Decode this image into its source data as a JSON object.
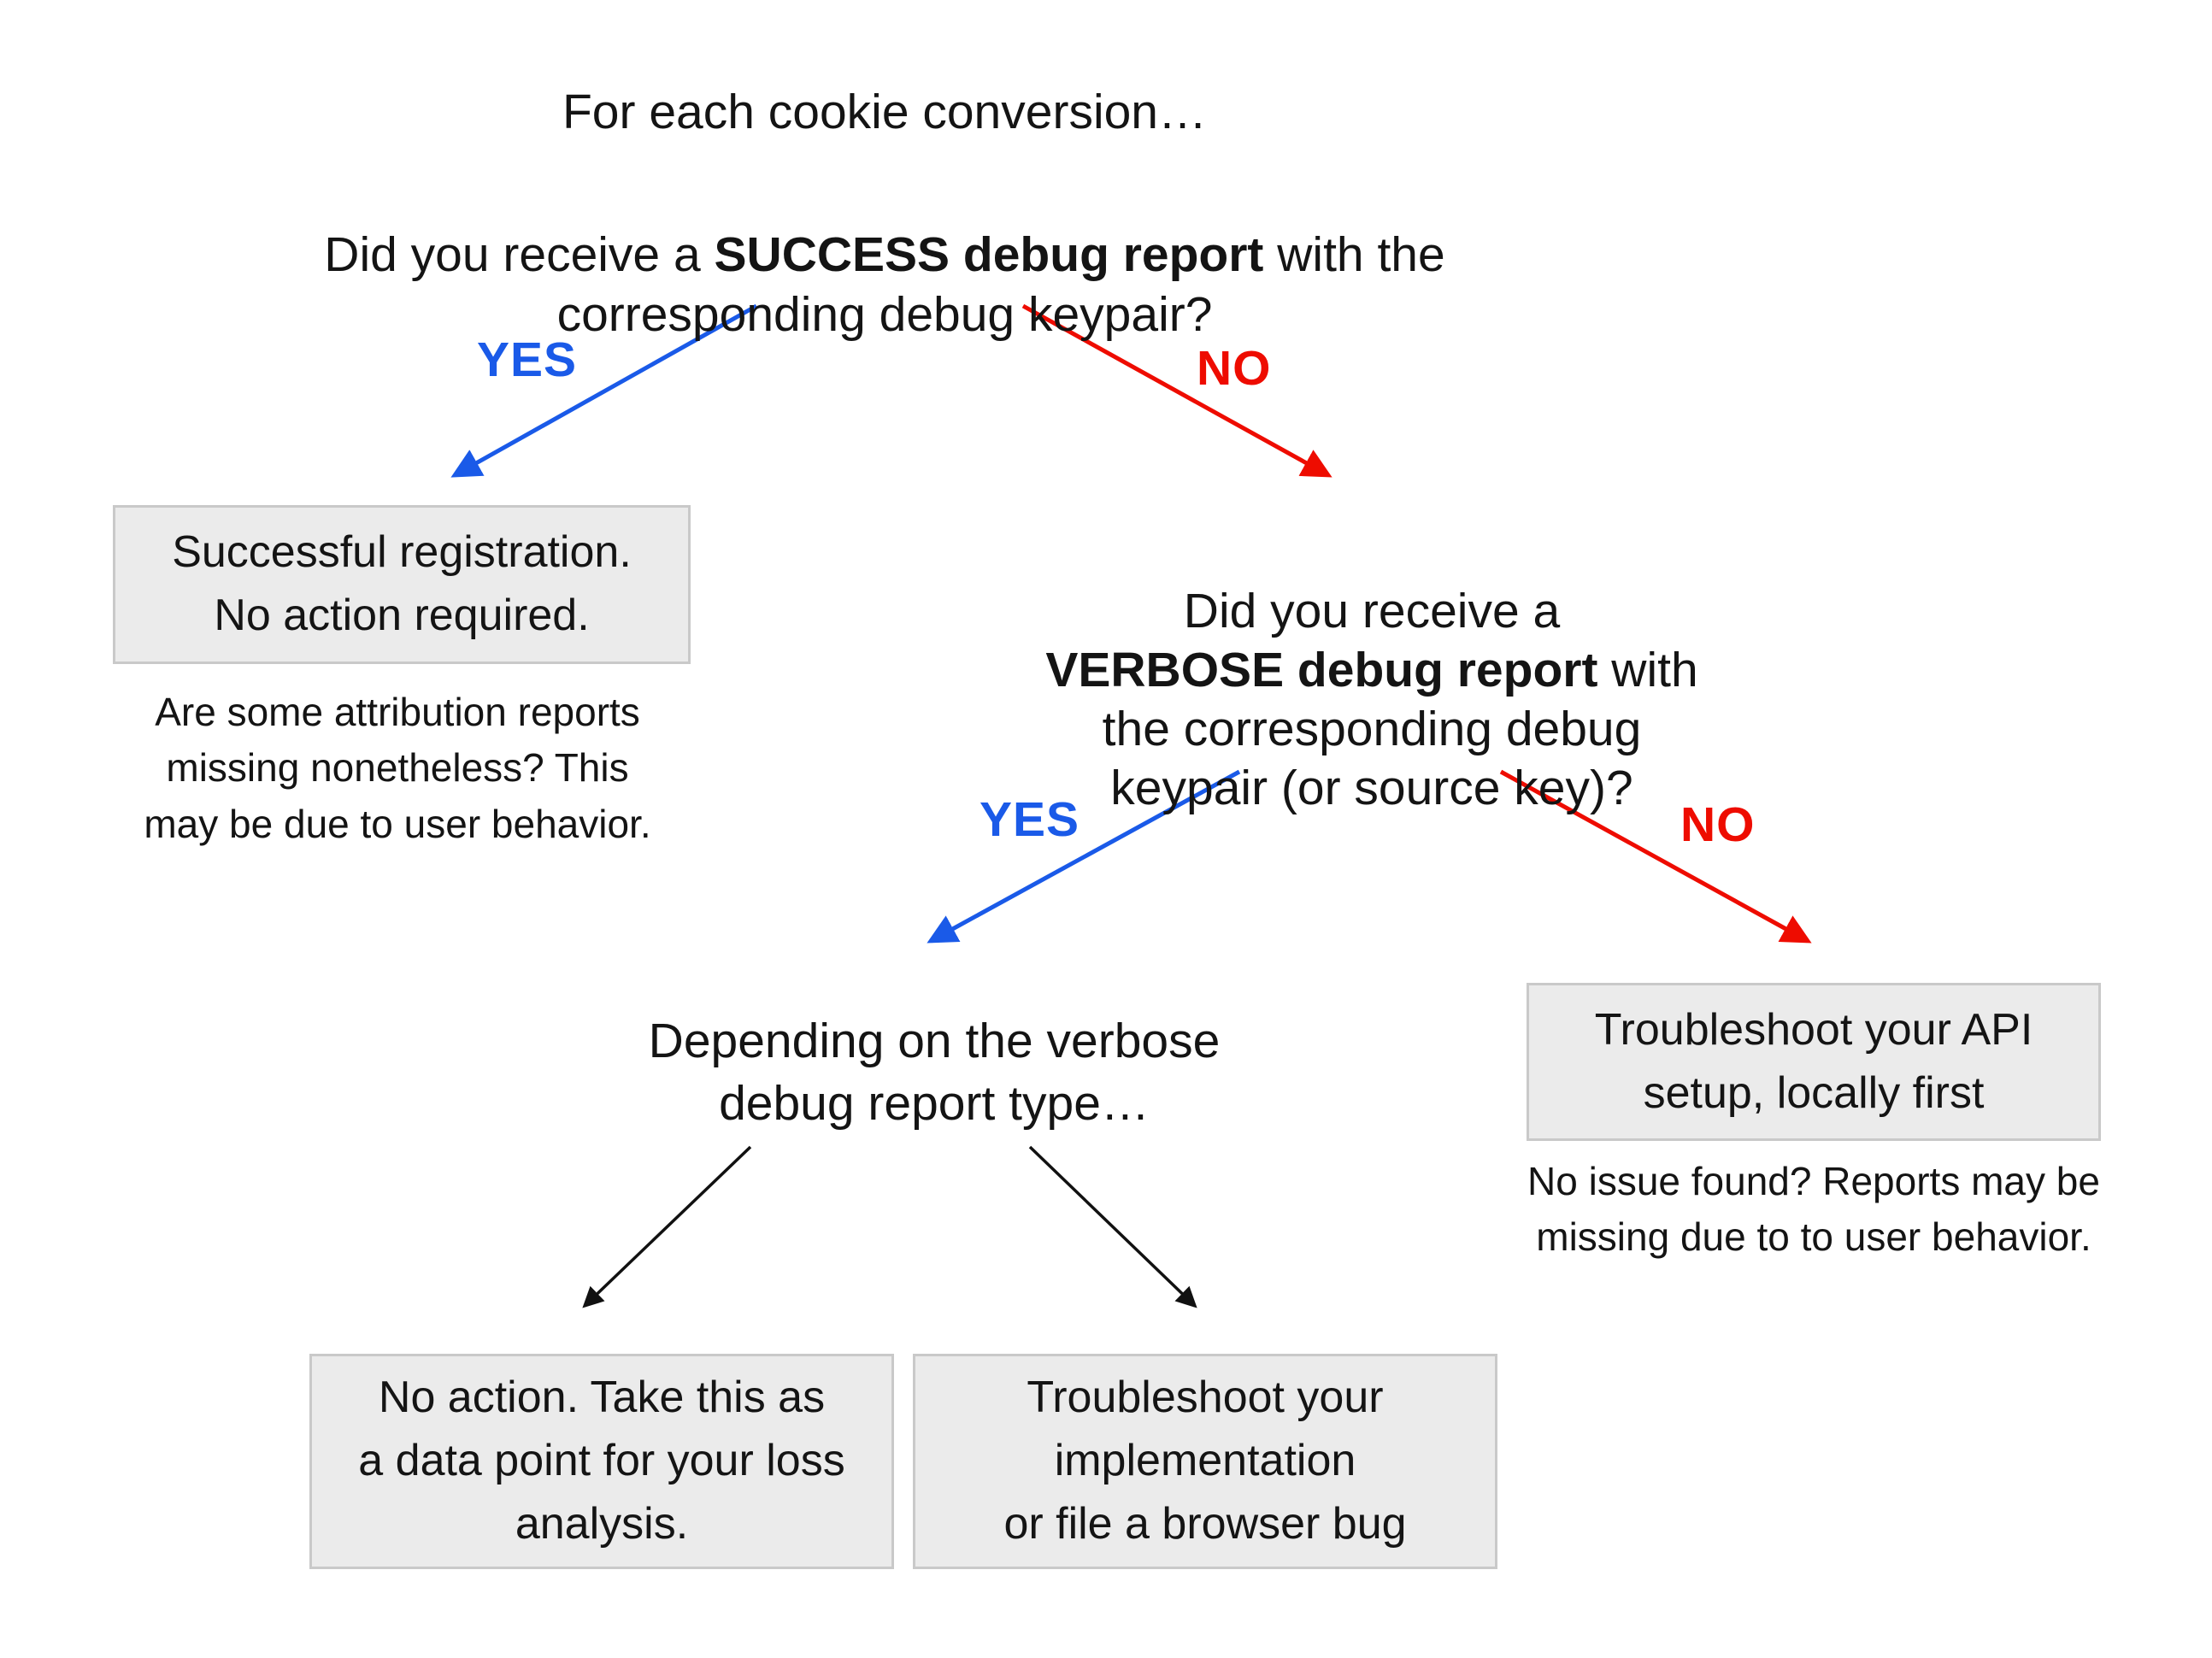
{
  "colors": {
    "yes_blue": "#1a5ae8",
    "no_red": "#ee0c00",
    "box_fill": "#ebebeb",
    "box_border": "#c9c9c9",
    "text_black": "#141414"
  },
  "flow": {
    "intro": "For each cookie conversion…",
    "q1": {
      "pre": "Did you receive a ",
      "bold": "SUCCESS debug report",
      "post": " with the\ncorresponding debug keypair?"
    },
    "yes1": {
      "label": "YES",
      "box": "Successful registration.\nNo action required.",
      "note": "Are some attribution reports\nmissing nonetheless? This\nmay be due to user behavior."
    },
    "no1": {
      "label": "NO",
      "q2": {
        "pre": "Did you receive a\n",
        "bold": "VERBOSE debug report",
        "post": " with\nthe corresponding debug\nkeypair (or source key)?"
      }
    },
    "q2_yes": {
      "label": "YES",
      "node": "Depending on the verbose\ndebug report type…",
      "box_left": "No action. Take this as\na data point for your loss\nanalysis.",
      "box_right": "Troubleshoot your\nimplementation\nor file a browser bug"
    },
    "q2_no": {
      "label": "NO",
      "box": "Troubleshoot your API\nsetup, locally first",
      "note": "No issue found? Reports may be\nmissing due to to user behavior."
    }
  }
}
